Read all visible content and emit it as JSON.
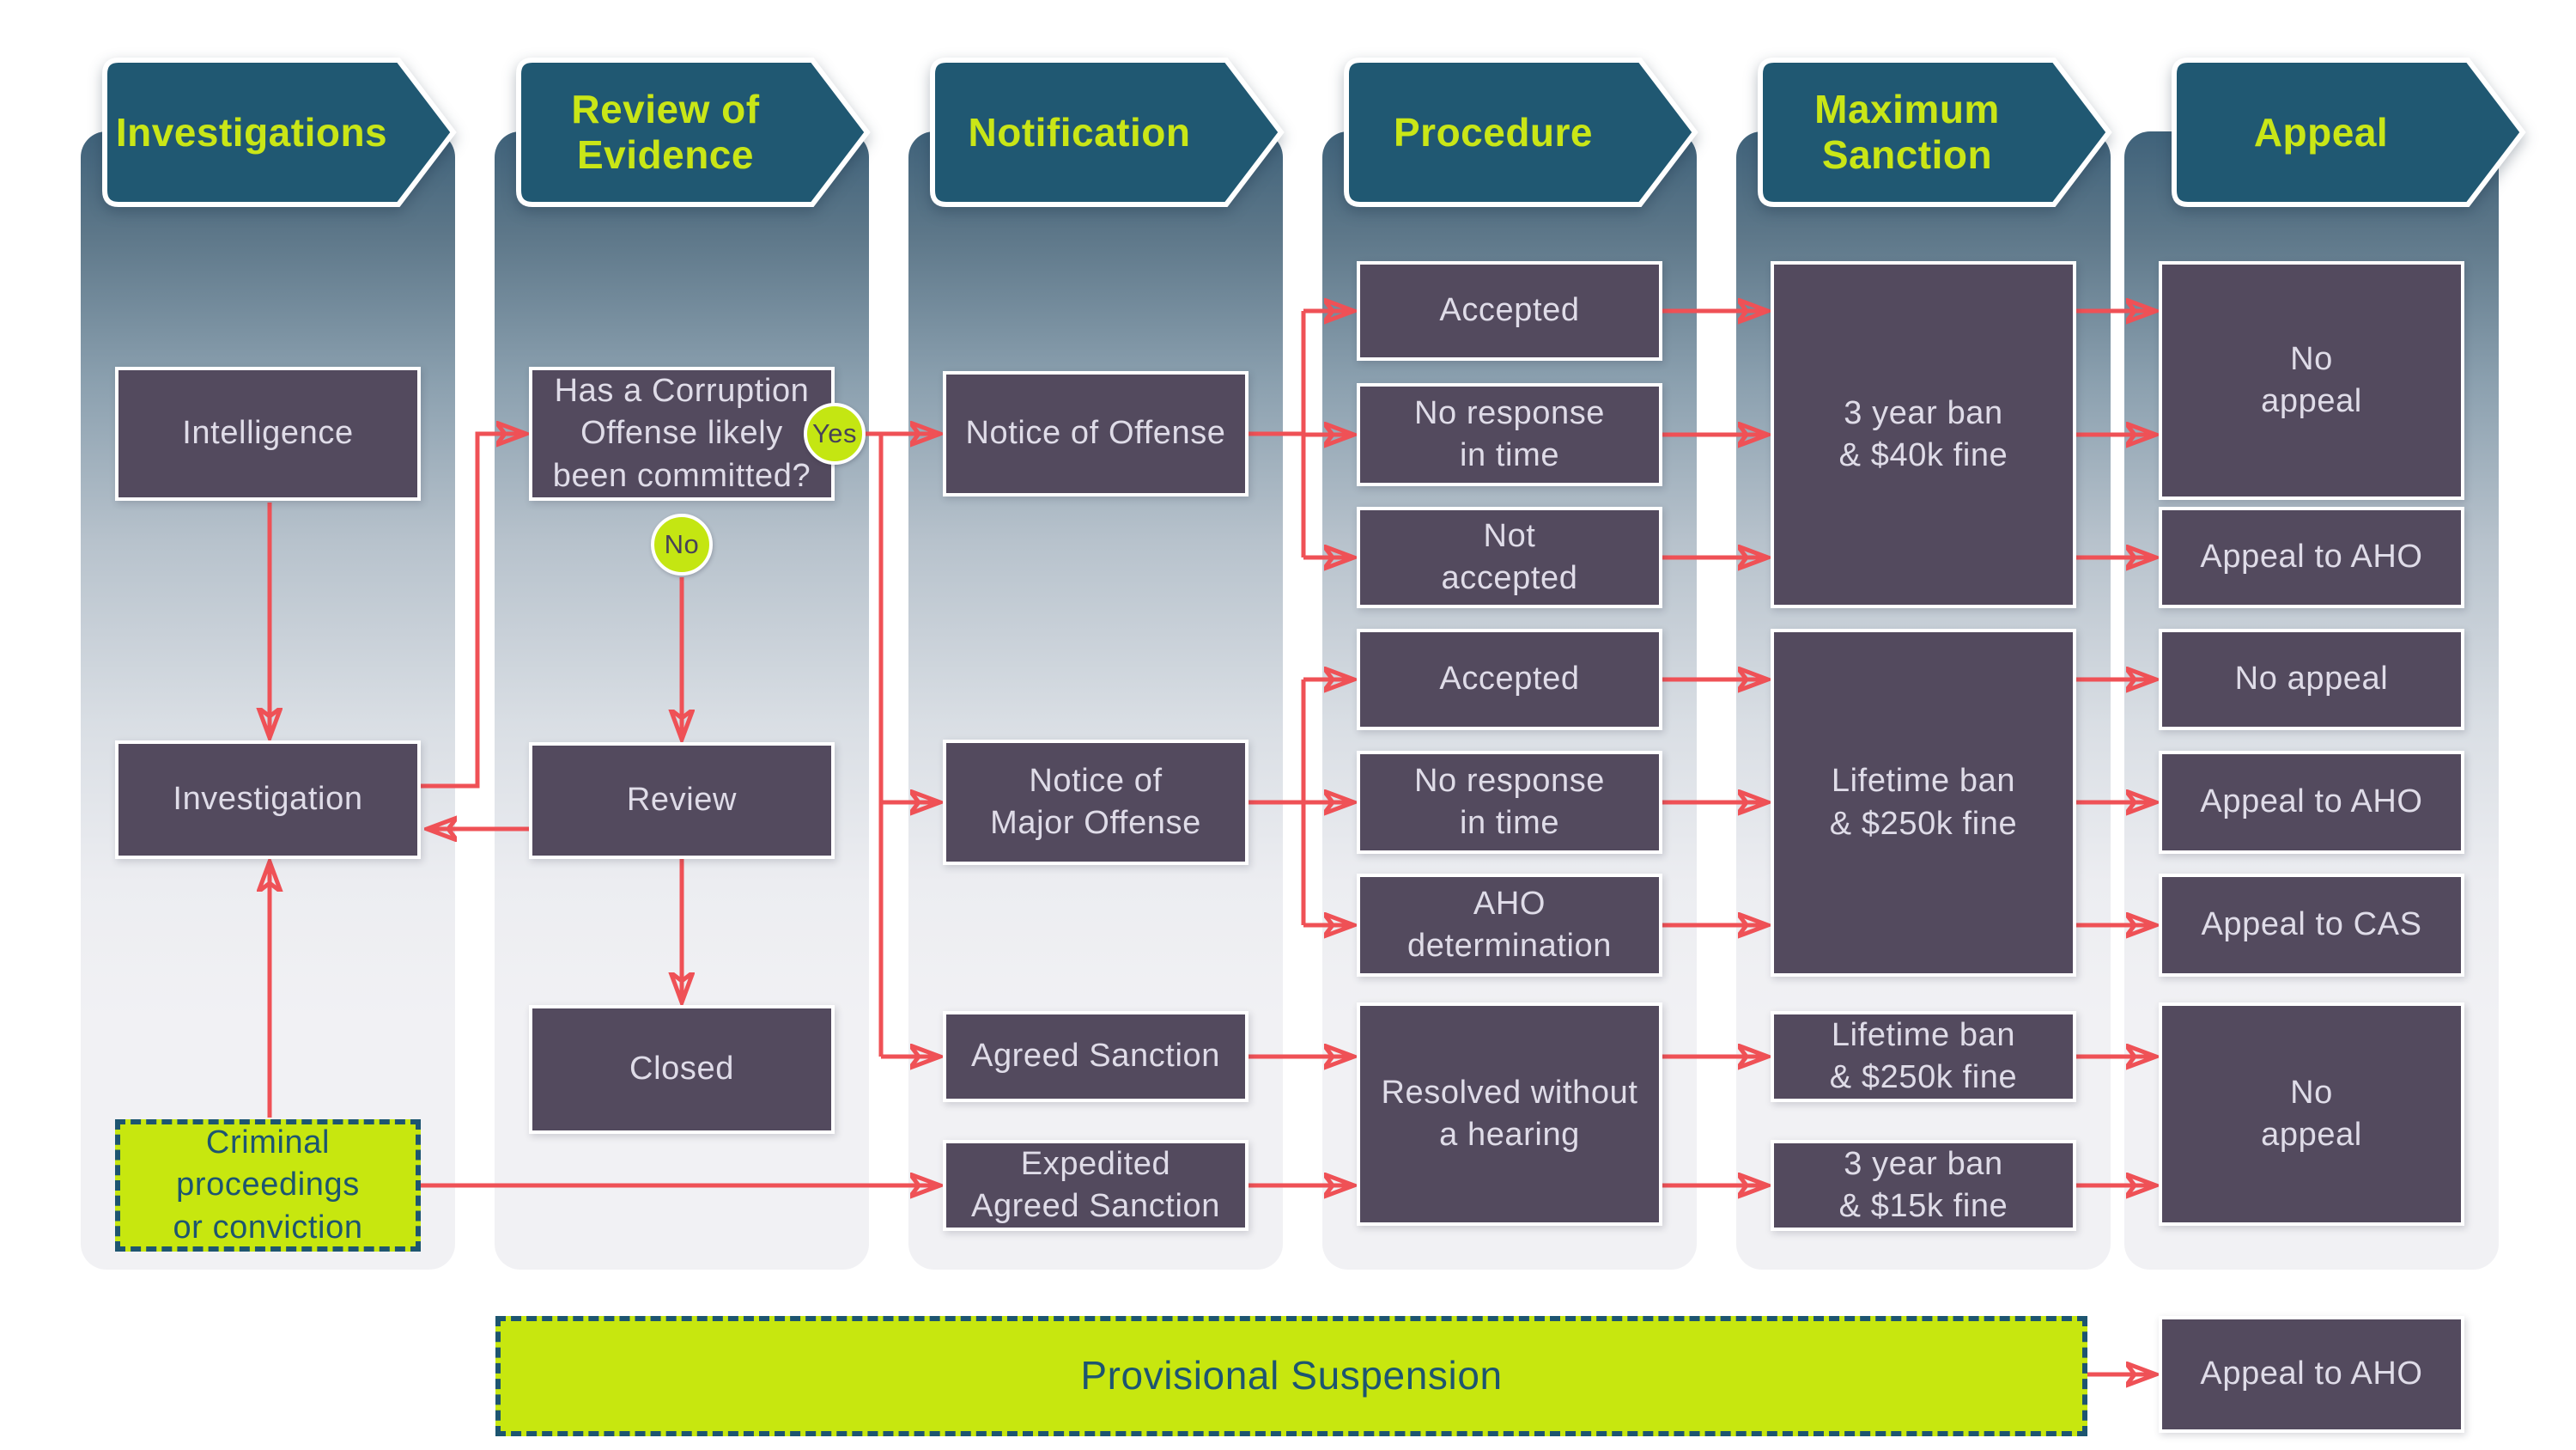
{
  "headers": {
    "investigations": "Investigations",
    "review_of_evidence": "Review of\nEvidence",
    "notification": "Notification",
    "procedure": "Procedure",
    "maximum_sanction": "Maximum\nSanction",
    "appeal": "Appeal"
  },
  "nodes": {
    "intelligence": "Intelligence",
    "investigation": "Investigation",
    "criminal": "Criminal\nproceedings\nor conviction",
    "corruption_q": "Has a Corruption\nOffense likely\nbeen committed?",
    "review": "Review",
    "closed": "Closed",
    "notice_offense": "Notice of Offense",
    "notice_major": "Notice of\nMajor Offense",
    "agreed": "Agreed Sanction",
    "expedited": "Expedited\nAgreed Sanction",
    "accepted1": "Accepted",
    "noresp1": "No response\nin time",
    "notacc": "Not\naccepted",
    "accepted2": "Accepted",
    "noresp2": "No response\nin time",
    "aho_det": "AHO\ndetermination",
    "resolved": "Resolved without\na hearing",
    "ban40": "3 year ban\n& $40k fine",
    "ban250": "Lifetime ban\n& $250k fine",
    "ban250_small": "Lifetime ban\n& $250k fine",
    "ban15": "3 year ban\n& $15k fine",
    "noappeal1": "No\nappeal",
    "appealaho1": "Appeal to AHO",
    "noappeal2": "No appeal",
    "appealaho2": "Appeal to AHO",
    "appealcas": "Appeal to CAS",
    "noappeal3": "No\nappeal",
    "appealaho3": "Appeal to AHO",
    "provisional": "Provisional Suspension"
  },
  "decision_labels": {
    "yes": "Yes",
    "no": "No"
  },
  "edges": [
    {
      "from": "Intelligence",
      "to": "Investigation"
    },
    {
      "from": "Criminal proceedings or conviction",
      "to": "Investigation"
    },
    {
      "from": "Investigation",
      "to": "Has a Corruption Offense likely been committed?"
    },
    {
      "from": "Review",
      "to": "Investigation"
    },
    {
      "from": "Has a Corruption Offense likely been committed?",
      "to": "Notice of Offense",
      "label": "Yes"
    },
    {
      "from": "Has a Corruption Offense likely been committed?",
      "to": "Notice of Major Offense",
      "label": "Yes"
    },
    {
      "from": "Has a Corruption Offense likely been committed?",
      "to": "Agreed Sanction",
      "label": "Yes"
    },
    {
      "from": "Has a Corruption Offense likely been committed?",
      "to": "Review",
      "label": "No"
    },
    {
      "from": "Review",
      "to": "Closed"
    },
    {
      "from": "Criminal proceedings or conviction",
      "to": "Expedited Agreed Sanction"
    },
    {
      "from": "Notice of Offense",
      "to": "Accepted"
    },
    {
      "from": "Notice of Offense",
      "to": "No response in time"
    },
    {
      "from": "Notice of Offense",
      "to": "Not accepted"
    },
    {
      "from": "Notice of Major Offense",
      "to": "Accepted"
    },
    {
      "from": "Notice of Major Offense",
      "to": "No response in time"
    },
    {
      "from": "Notice of Major Offense",
      "to": "AHO determination"
    },
    {
      "from": "Agreed Sanction",
      "to": "Resolved without a hearing"
    },
    {
      "from": "Expedited Agreed Sanction",
      "to": "Resolved without a hearing"
    },
    {
      "from": "Accepted",
      "to": "3 year ban & $40k fine"
    },
    {
      "from": "No response in time",
      "to": "3 year ban & $40k fine"
    },
    {
      "from": "Not accepted",
      "to": "3 year ban & $40k fine"
    },
    {
      "from": "Accepted",
      "to": "Lifetime ban & $250k fine"
    },
    {
      "from": "No response in time",
      "to": "Lifetime ban & $250k fine"
    },
    {
      "from": "AHO determination",
      "to": "Lifetime ban & $250k fine"
    },
    {
      "from": "Resolved without a hearing",
      "to": "Lifetime ban & $250k fine"
    },
    {
      "from": "Resolved without a hearing",
      "to": "3 year ban & $15k fine"
    },
    {
      "from": "3 year ban & $40k fine",
      "to": "No appeal"
    },
    {
      "from": "3 year ban & $40k fine",
      "to": "Appeal to AHO"
    },
    {
      "from": "Lifetime ban & $250k fine",
      "to": "No appeal"
    },
    {
      "from": "Lifetime ban & $250k fine",
      "to": "Appeal to AHO"
    },
    {
      "from": "Lifetime ban & $250k fine",
      "to": "Appeal to CAS"
    },
    {
      "from": "Lifetime ban & $250k fine (small)",
      "to": "No appeal"
    },
    {
      "from": "3 year ban & $15k fine",
      "to": "No appeal"
    },
    {
      "from": "Provisional Suspension",
      "to": "Appeal to AHO"
    }
  ],
  "colors": {
    "chevron_teal": "#205872",
    "header_text": "#c9e617",
    "node_fill": "#534a5e",
    "node_text": "#dfdce8",
    "arrow_red": "#ef5156",
    "highlight_green": "#c7e70f",
    "green_text_teal": "#1d5570",
    "band_top": "#3f627a",
    "band_bottom": "#f1f1f4",
    "background": "#ffffff"
  }
}
